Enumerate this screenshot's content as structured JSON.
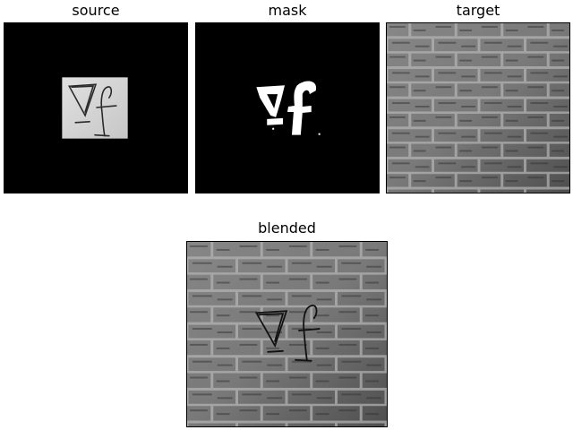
{
  "figure": {
    "panels": [
      {
        "key": "source",
        "title": "source"
      },
      {
        "key": "mask",
        "title": "mask"
      },
      {
        "key": "target",
        "title": "target"
      },
      {
        "key": "blended",
        "title": "blended"
      }
    ]
  },
  "colors": {
    "background": "#ffffff",
    "panel_black": "#000000",
    "paper": "#d9d9d9",
    "mask_white": "#ffffff",
    "brick_dark": "#2f2f2f",
    "brick_mid": "#6e6e6e",
    "brick_light": "#c8c8c8"
  }
}
